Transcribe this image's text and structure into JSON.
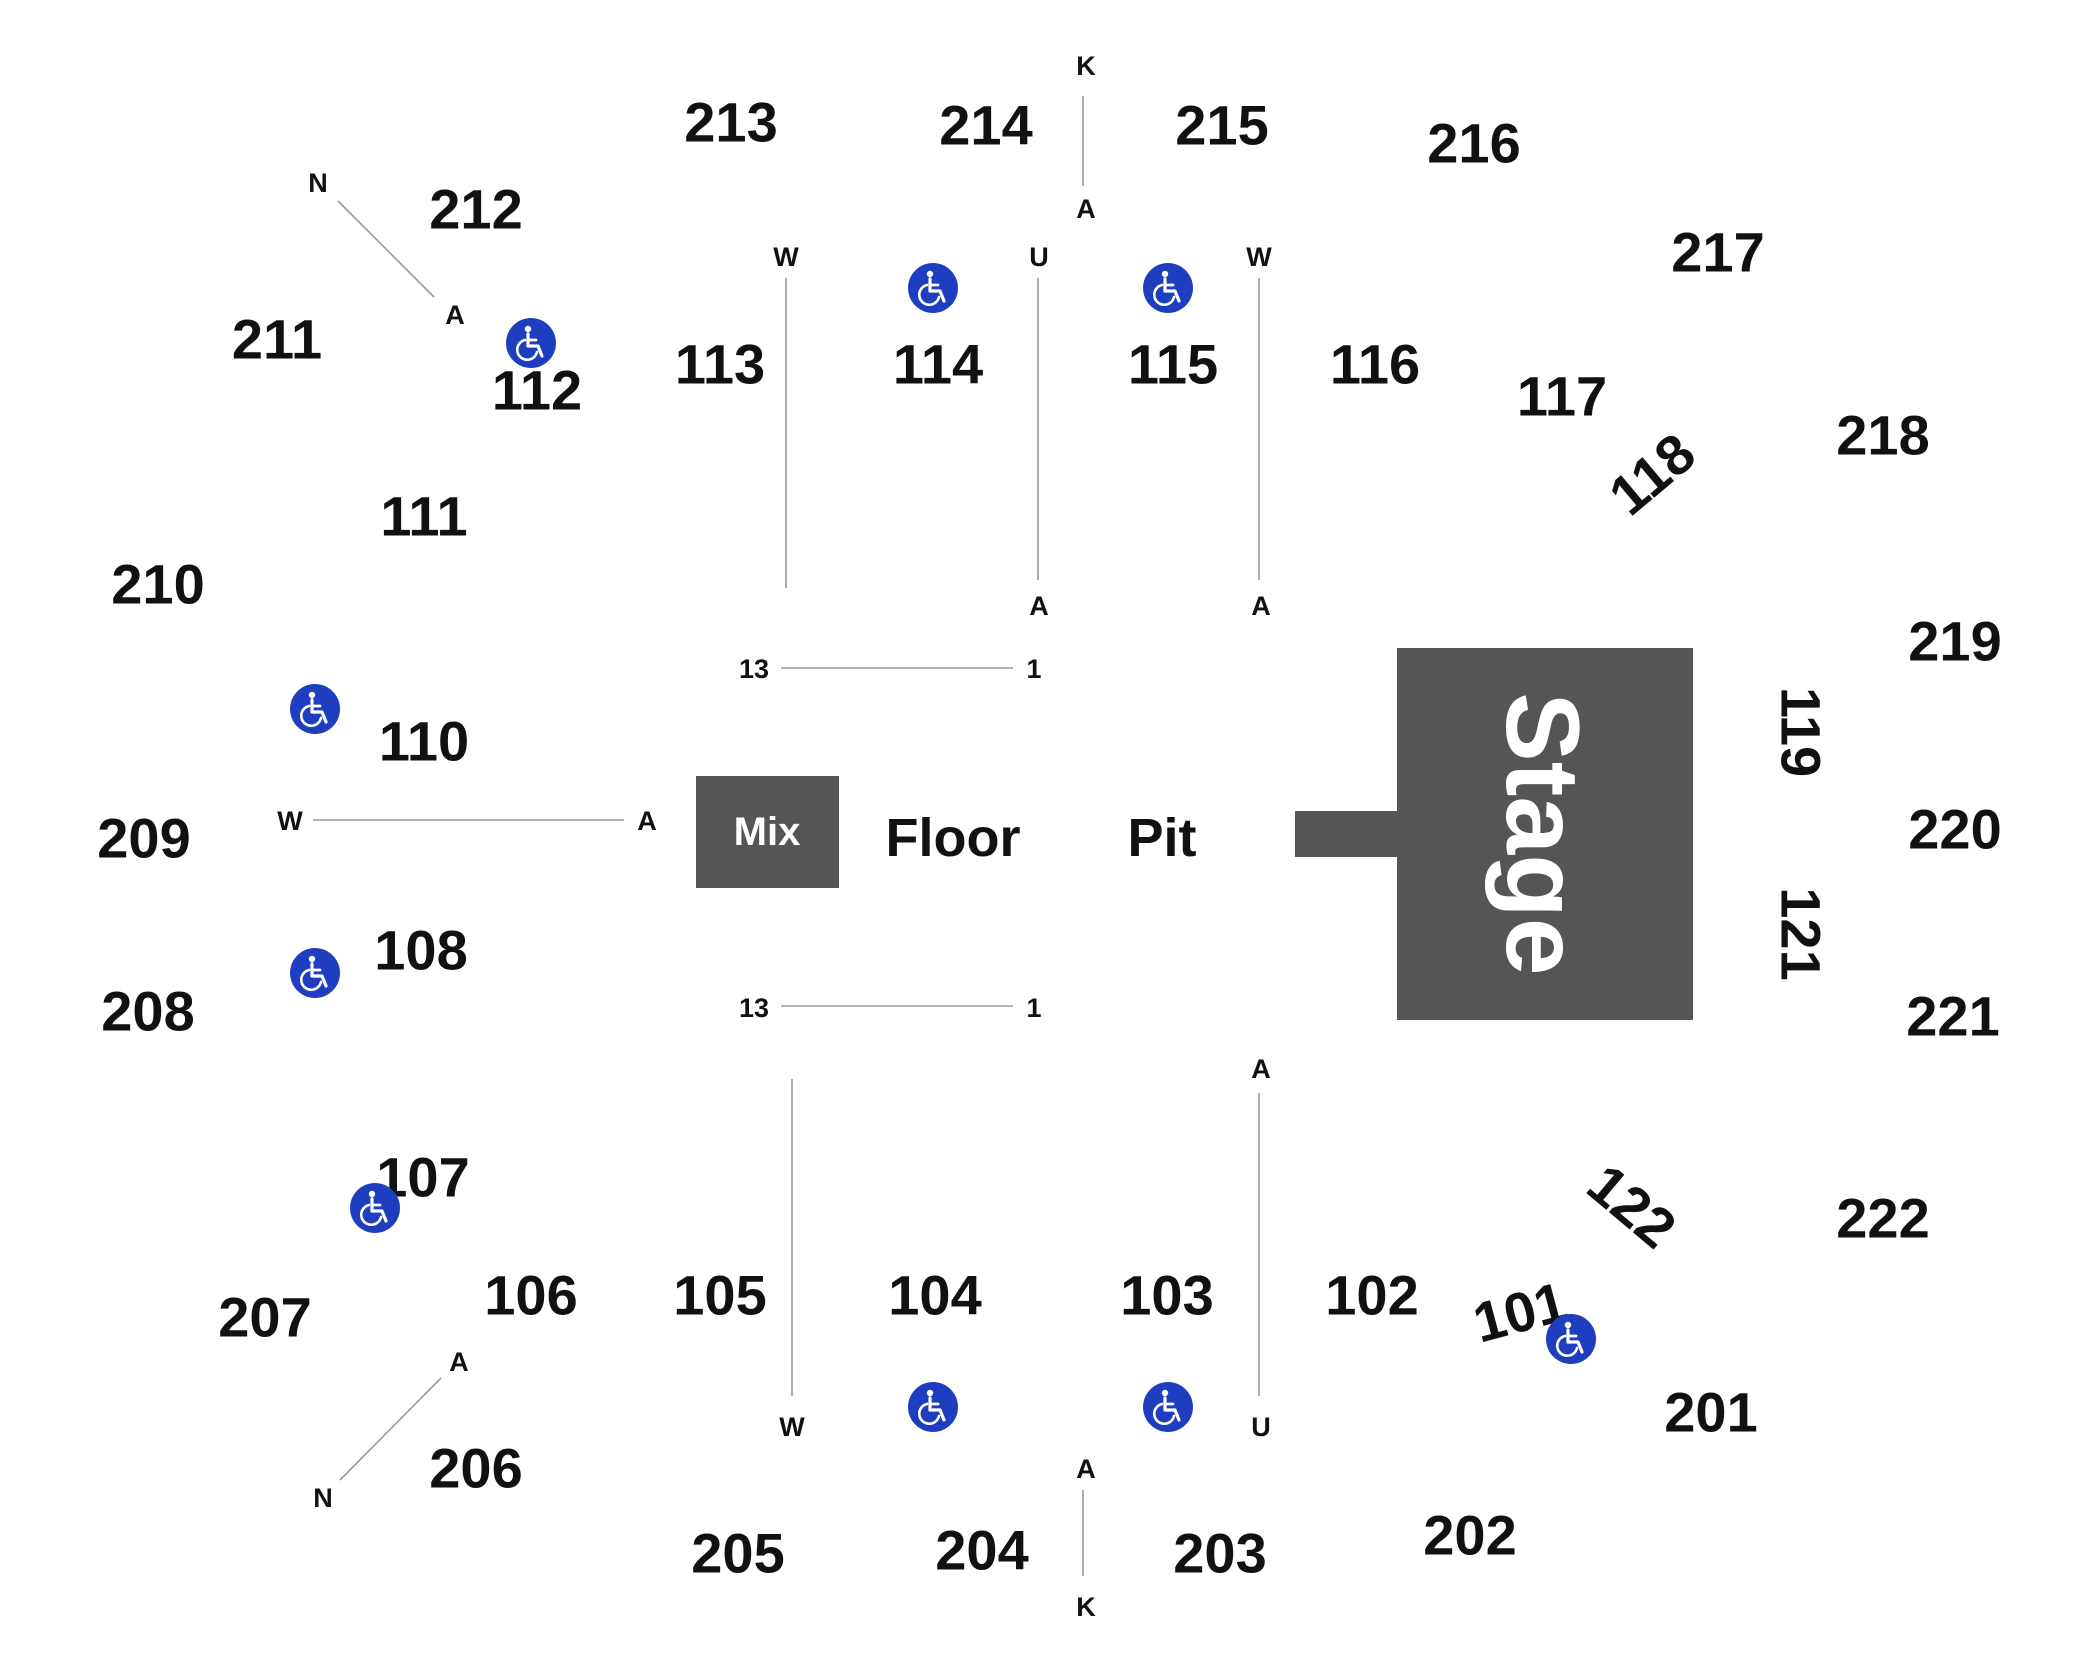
{
  "sections": {
    "s101": "101",
    "s102": "102",
    "s103": "103",
    "s104": "104",
    "s105": "105",
    "s106": "106",
    "s107": "107",
    "s108": "108",
    "s110": "110",
    "s111": "111",
    "s112": "112",
    "s113": "113",
    "s114": "114",
    "s115": "115",
    "s116": "116",
    "s117": "117",
    "s118": "118",
    "s119": "119",
    "s121": "121",
    "s122": "122",
    "s201": "201",
    "s202": "202",
    "s203": "203",
    "s204": "204",
    "s205": "205",
    "s206": "206",
    "s207": "207",
    "s208": "208",
    "s209": "209",
    "s210": "210",
    "s211": "211",
    "s212": "212",
    "s213": "213",
    "s214": "214",
    "s215": "215",
    "s216": "216",
    "s217": "217",
    "s218": "218",
    "s219": "219",
    "s220": "220",
    "s221": "221",
    "s222": "222"
  },
  "floor": {
    "mix": "Mix",
    "floor": "Floor",
    "pit": "Pit",
    "stage": "Stage"
  },
  "rows": {
    "first": "A",
    "k": "K",
    "n": "N",
    "u": "U",
    "w": "W",
    "seat_start": "13",
    "seat_end": "1"
  },
  "colors": {
    "stage": "#555555",
    "accessible": "#1f3ebf",
    "text": "#111111"
  },
  "icons": {
    "accessible": "wheelchair-icon"
  }
}
